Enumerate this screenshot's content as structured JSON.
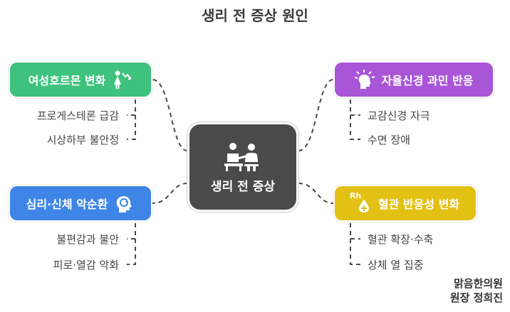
{
  "title": "생리 전 증상 원인",
  "center": {
    "label": "생리 전 증상",
    "icon": "doctor-patient-icon"
  },
  "branches": {
    "hormone": {
      "label": "여성호르몬 변화",
      "icon": "female-decline-icon",
      "color": "#3ec27e",
      "items": [
        "프로게스테론 급감",
        "시상하부 불안정"
      ]
    },
    "autonomic": {
      "label": "자율신경 과민 반응",
      "icon": "head-nerves-icon",
      "color": "#a855d8",
      "items": [
        "교감신경 자극",
        "수면 장애"
      ]
    },
    "psycho": {
      "label": "심리·신체 악순환",
      "icon": "head-cycle-icon",
      "color": "#3f85e8",
      "items": [
        "불편감과 불안",
        "피로·열감 악화"
      ]
    },
    "vascular": {
      "label": "혈관 반응성 변화",
      "icon": "rh-blood-icon",
      "icon_text": "Rh",
      "color": "#e2c114",
      "items": [
        "혈관 확장·수축",
        "상체 열 집중"
      ]
    }
  },
  "watermark": {
    "line1": "맑음한의원",
    "line2": "원장 정희진"
  }
}
